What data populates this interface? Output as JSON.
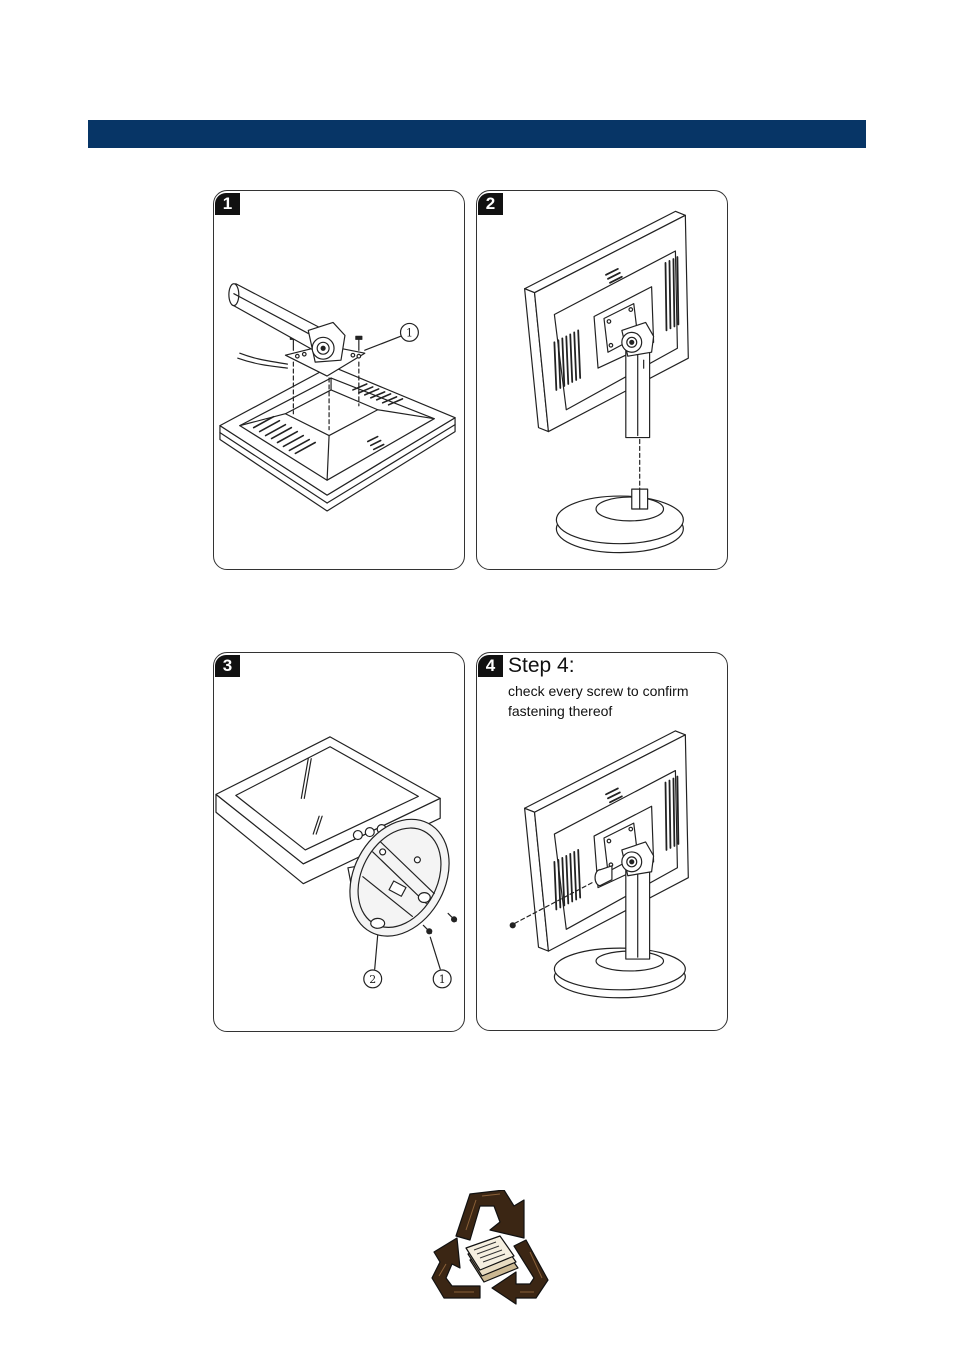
{
  "panels": [
    {
      "badge": "1",
      "callouts": [
        "1"
      ]
    },
    {
      "badge": "2"
    },
    {
      "badge": "3",
      "callouts": [
        "2",
        "1"
      ]
    },
    {
      "badge": "4",
      "step_title": "Step 4:",
      "step_lines": [
        "check every screw to confirm",
        "fastening thereof"
      ]
    }
  ],
  "icons": {
    "logo": "recycle-icon"
  },
  "colors": {
    "header_bar": "#073566",
    "badge": "#111111",
    "line_art": "#222222",
    "recycle_logo": "#3b2614"
  }
}
